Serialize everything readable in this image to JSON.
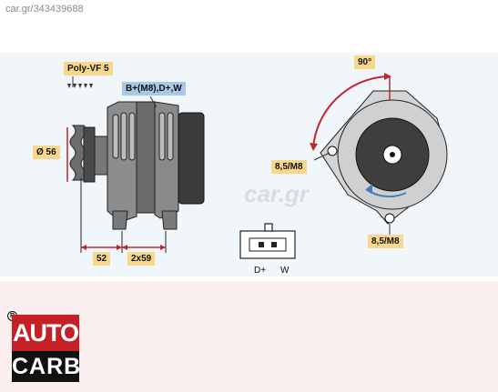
{
  "watermark": "car.gr/343439688",
  "center_watermark": "car.gr",
  "labels": {
    "belt": "Poly-VF 5",
    "terminals": "B+(M8),D+,W",
    "diameter": "Ø 56",
    "dim1": "52",
    "dim2": "2x59",
    "angle": "90°",
    "mount_top": "8,5/M8",
    "mount_bottom": "8,5/M8",
    "plug_left": "D+",
    "plug_right": "W"
  },
  "logo": {
    "top": "AUTO",
    "bottom": "CARB",
    "reg": "R"
  },
  "colors": {
    "label_yellow": "#f7d88c",
    "label_blue": "#a9c8e6",
    "arrow_red": "#c0272d",
    "dim_red": "#c0272d",
    "rotation_blue": "#3f7fc4",
    "logo_red": "#c52026"
  }
}
